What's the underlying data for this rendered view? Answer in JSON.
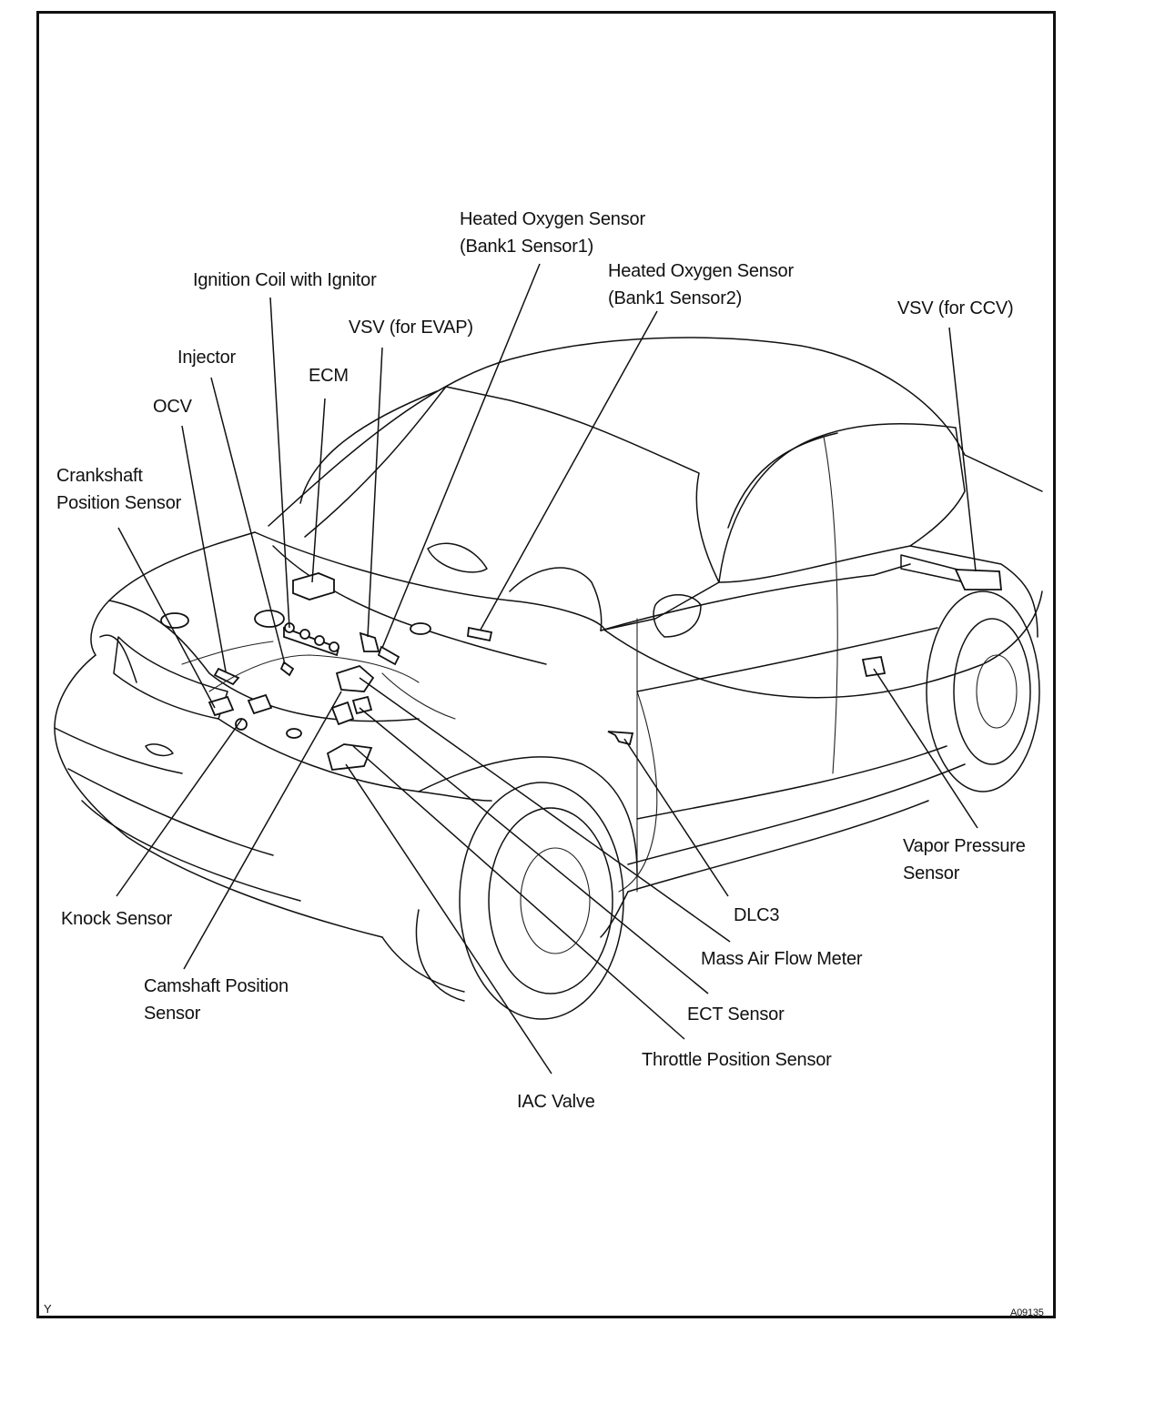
{
  "labels": {
    "ho2s_b1s1": [
      "Heated Oxygen Sensor",
      "(Bank1 Sensor1)"
    ],
    "ho2s_b1s2": [
      "Heated Oxygen Sensor",
      "(Bank1 Sensor2)"
    ],
    "ignition_coil": "Ignition Coil with Ignitor",
    "vsv_evap": "VSV (for EVAP)",
    "vsv_ccv": "VSV (for CCV)",
    "injector": "Injector",
    "ecm": "ECM",
    "ocv": "OCV",
    "crankshaft": [
      "Crankshaft",
      "Position Sensor"
    ],
    "knock": "Knock Sensor",
    "camshaft": [
      "Camshaft Position",
      "Sensor"
    ],
    "iac": "IAC Valve",
    "tps": "Throttle Position Sensor",
    "ect": "ECT Sensor",
    "maf": "Mass Air Flow Meter",
    "dlc3": "DLC3",
    "vapor": [
      "Vapor Pressure",
      "Sensor"
    ]
  },
  "footer": {
    "left_mark": "Y",
    "figure_code": "A09135"
  }
}
